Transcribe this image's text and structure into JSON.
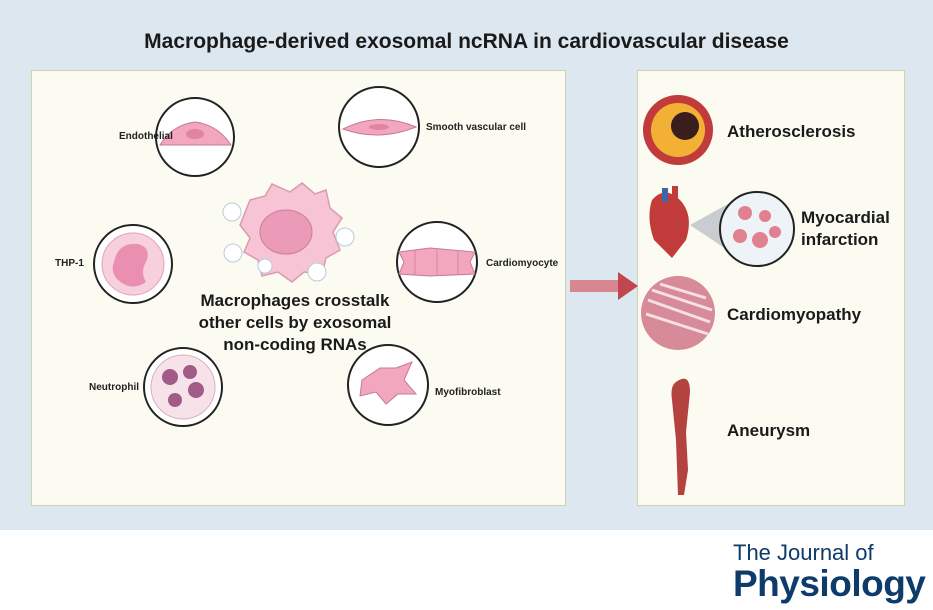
{
  "title": "Macrophage-derived exosomal ncRNA in cardiovascular disease",
  "center_text": [
    "Macrophages crosstalk",
    "other cells by exosomal",
    "non-coding RNAs"
  ],
  "cells": {
    "endothelial": "Endothelial",
    "smooth": "Smooth vascular cell",
    "thp1": "THP-1",
    "cardiomyocyte": "Cardiomyocyte",
    "neutrophil": "Neutrophil",
    "myofibroblast": "Myofibroblast"
  },
  "diseases": {
    "atherosclerosis": "Atherosclerosis",
    "mi_line1": "Myocardial",
    "mi_line2": "infarction",
    "cardiomyopathy": "Cardiomyopathy",
    "aneurysm": "Aneurysm"
  },
  "journal": {
    "line1": "The Journal of",
    "line2": "Physiology"
  },
  "colors": {
    "banner": "#dde7ef",
    "panel": "#fbfbf2",
    "cell_pink": "#f2a7bf",
    "arrow": "#c0464f",
    "journal": "#0d3b6a"
  }
}
